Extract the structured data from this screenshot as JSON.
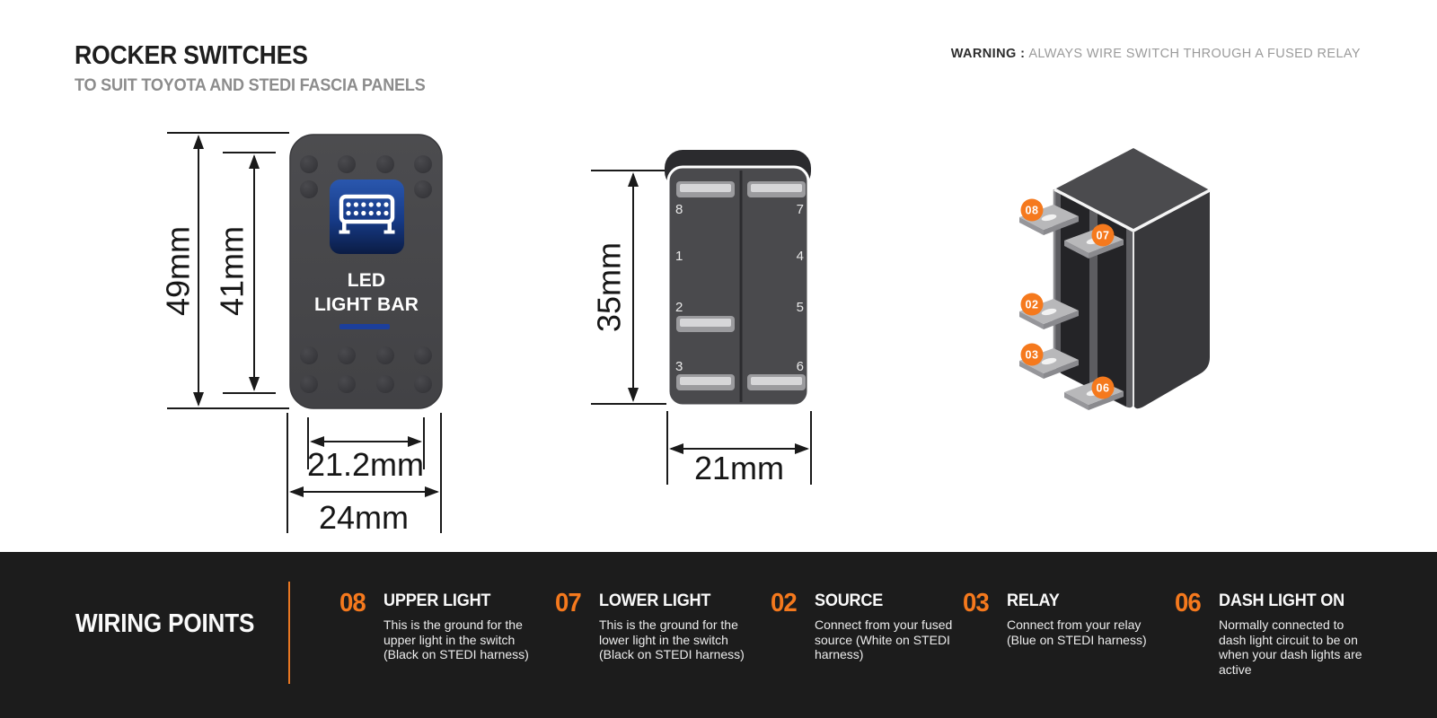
{
  "header": {
    "title": "ROCKER SWITCHES",
    "subtitle": "TO SUIT TOYOTA AND STEDI FASCIA PANELS",
    "warning_label": "WARNING :",
    "warning_text": "ALWAYS WIRE SWITCH THROUGH A FUSED RELAY"
  },
  "front_view": {
    "dim_height_outer": "49mm",
    "dim_height_inner": "41mm",
    "dim_width_inner": "21.2mm",
    "dim_width_outer": "24mm",
    "switch_label_line1": "LED",
    "switch_label_line2": "LIGHT BAR"
  },
  "side_view": {
    "dim_height": "35mm",
    "dim_width": "21mm",
    "pins_left": [
      "8",
      "1",
      "2",
      "3"
    ],
    "pins_right": [
      "7",
      "4",
      "5",
      "6"
    ]
  },
  "relay_view": {
    "badges": [
      "08",
      "07",
      "02",
      "03",
      "06"
    ]
  },
  "wiring": {
    "title": "WIRING POINTS",
    "sections": [
      {
        "num": "08",
        "title": "UPPER LIGHT",
        "body": "This is the ground for the\nupper light in the switch\n(Black on STEDI harness)"
      },
      {
        "num": "07",
        "title": "LOWER LIGHT",
        "body": "This is the ground for the\nlower light in the switch\n(Black on STEDI harness)"
      },
      {
        "num": "02",
        "title": "SOURCE",
        "body": "Connect from your fused\nsource (White on STEDI\nharness)"
      },
      {
        "num": "03",
        "title": "RELAY",
        "body": "Connect from your relay\n(Blue on STEDI harness)"
      },
      {
        "num": "06",
        "title": "DASH LIGHT ON",
        "body": "Normally connected to\ndash light circuit to be on\nwhen your dash lights are\nactive"
      }
    ]
  },
  "colors": {
    "accent_orange": "#F5791D",
    "icon_blue_top": "#2A57AE",
    "icon_blue_bottom": "#0B1C44",
    "indicator_blue": "#1C3F9C",
    "bar_background": "#1C1C1C",
    "switch_grey": "#48484B"
  }
}
